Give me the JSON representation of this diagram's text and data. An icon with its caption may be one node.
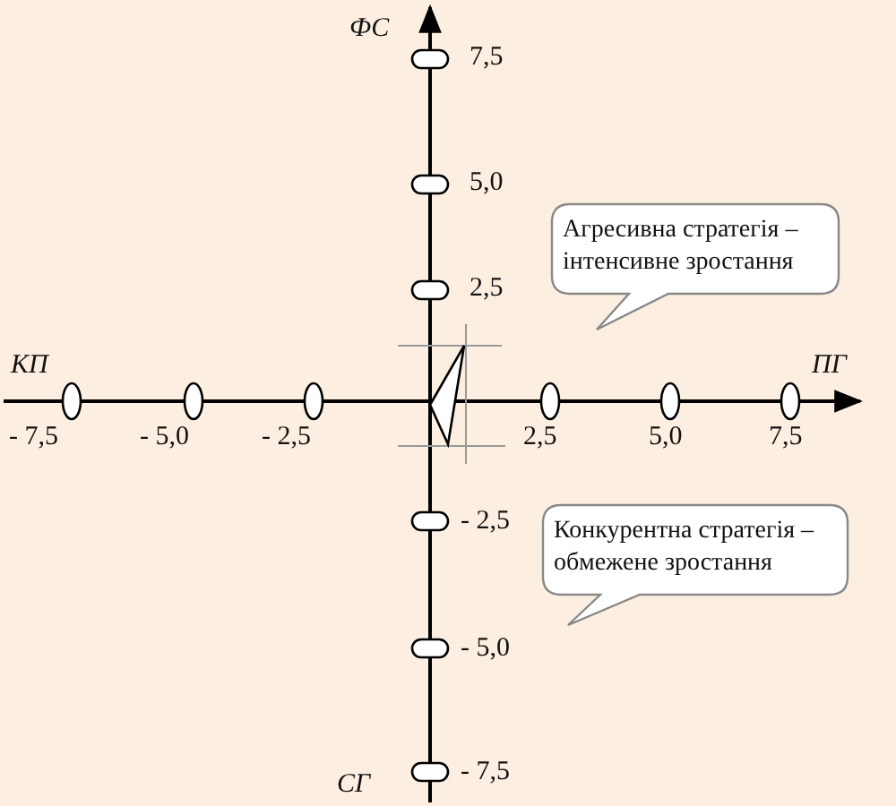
{
  "diagram": {
    "nodes": [
      {
        "text": [
          "Агресивна стратегія – інтенсивне зростання"
        ]
      },
      {
        "text": [
          "Конкурентна стратегія – обмежене зростання"
        ]
      }
    ],
    "edges": [],
    "labels": [
      "ФС",
      "7,5",
      "5,0",
      "2,5",
      "КП",
      "ПГ",
      "- 7,5",
      "- 5,0",
      "- 2,5",
      "2,5",
      "5,0",
      "7,5",
      "- 2,5",
      "- 5,0",
      "СГ",
      "- 7,5"
    ]
  }
}
